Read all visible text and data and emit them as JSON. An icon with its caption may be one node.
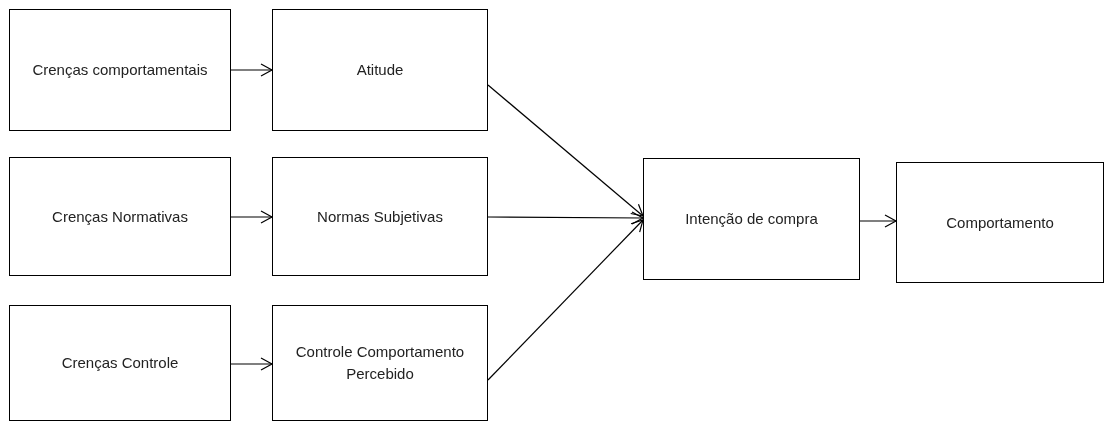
{
  "diagram": {
    "nodes": [
      {
        "text": [
          "Crenças comportamentais"
        ]
      },
      {
        "text": [
          "Atitude"
        ]
      },
      {
        "text": [
          "Crenças Normativas"
        ]
      },
      {
        "text": [
          "Normas Subjetivas"
        ]
      },
      {
        "text": [
          "Crenças Controle"
        ]
      },
      {
        "text": [
          "Controle Comportamento Percebido"
        ]
      },
      {
        "text": [
          "Intenção de compra"
        ]
      },
      {
        "text": [
          "Comportamento"
        ]
      }
    ],
    "edges": [
      {
        "from": 0,
        "to": 1,
        "arrow": "to"
      },
      {
        "from": 2,
        "to": 3,
        "arrow": "to"
      },
      {
        "from": 4,
        "to": 5,
        "arrow": "to"
      },
      {
        "from": 1,
        "to": 6,
        "arrow": "to"
      },
      {
        "from": 3,
        "to": 6,
        "arrow": "to"
      },
      {
        "from": 5,
        "to": 6,
        "arrow": "to"
      },
      {
        "from": 6,
        "to": 7,
        "arrow": "to"
      }
    ]
  }
}
